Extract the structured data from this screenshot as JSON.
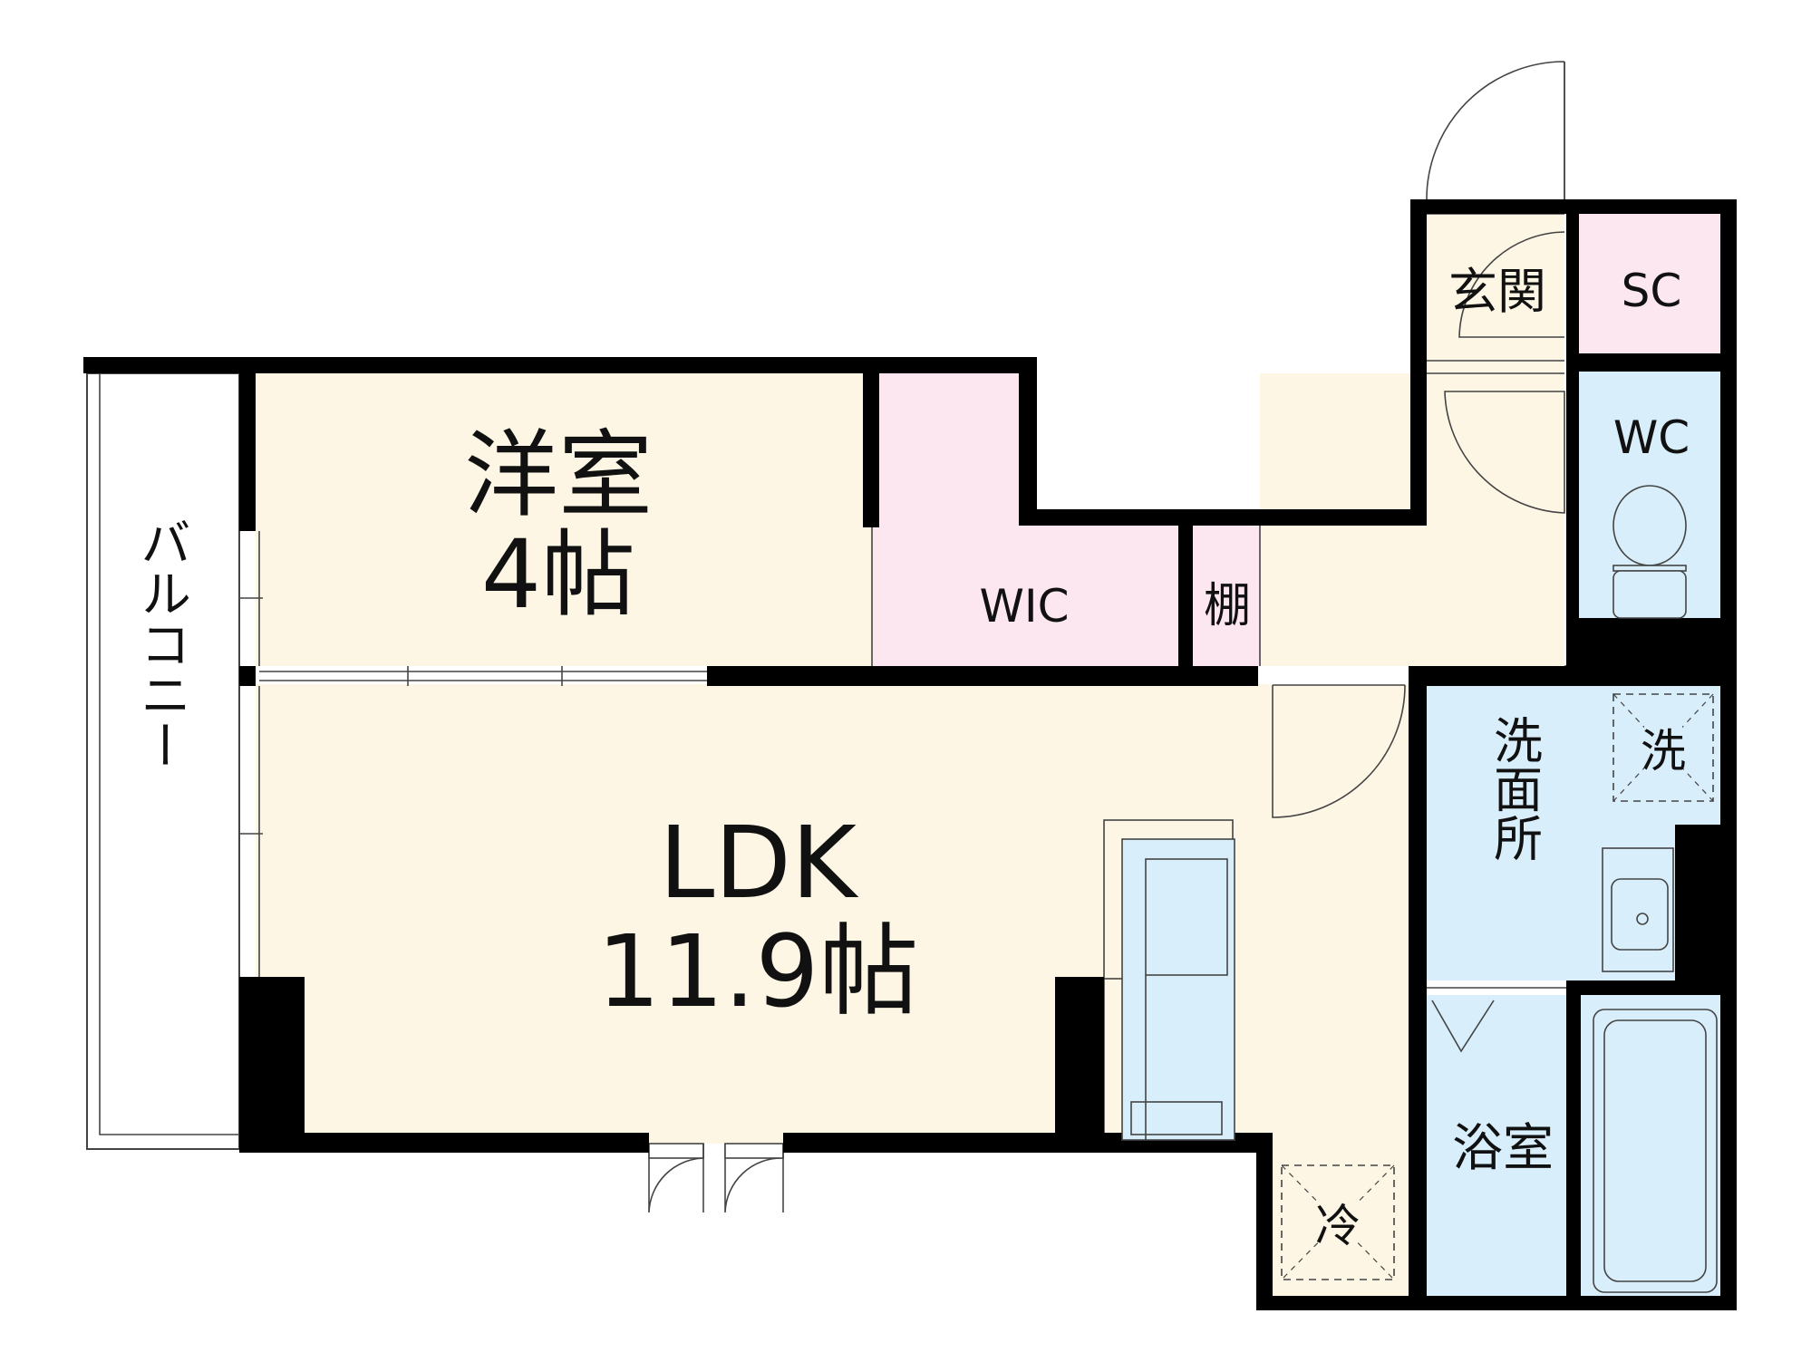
{
  "colors": {
    "beige": "#fdf6e4",
    "pink": "#fce6ef",
    "blue": "#d8eefa",
    "wall": "#000000",
    "line": "#444444"
  },
  "rooms": {
    "western_room": {
      "name": "洋室",
      "size": "4帖"
    },
    "ldk": {
      "name": "LDK",
      "size": "11.9帖"
    },
    "wic": {
      "name": "WIC"
    },
    "shelf": {
      "name": "棚"
    },
    "entrance": {
      "name": "玄関"
    },
    "shoe_closet": {
      "name": "SC"
    },
    "toilet": {
      "name": "WC"
    },
    "washroom": {
      "name": "洗面所"
    },
    "bathroom": {
      "name": "浴室"
    },
    "balcony": {
      "name": "バルコニー"
    }
  },
  "fixtures": {
    "washing_machine": "洗",
    "refrigerator": "冷"
  },
  "icons": [
    "toilet-icon",
    "sink-icon",
    "bathtub-icon",
    "refrigerator-space-icon",
    "washing-machine-space-icon",
    "door-swing-icon"
  ]
}
